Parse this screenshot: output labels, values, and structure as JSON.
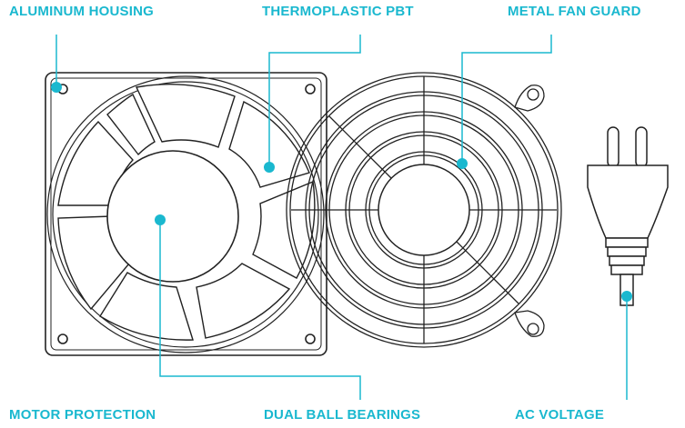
{
  "labels": {
    "aluminum_housing": "ALUMINUM HOUSING",
    "thermoplastic_pbt": "THERMOPLASTIC PBT",
    "metal_fan_guard": "METAL FAN GUARD",
    "motor_protection": "MOTOR PROTECTION",
    "dual_ball_bearings": "DUAL BALL BEARINGS",
    "ac_voltage": "AC VOLTAGE"
  },
  "colors": {
    "accent": "#1AB8CF",
    "line_art": "#222222",
    "background": "#FFFFFF"
  }
}
